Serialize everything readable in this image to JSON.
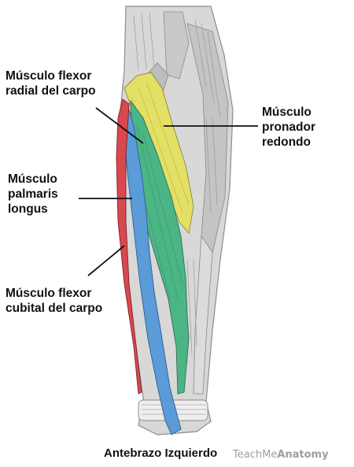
{
  "labels": {
    "fcr": "Músculo flexor\nradial del carpo",
    "pronator": "Músculo\npronador\nredondo",
    "palmaris": "Músculo\npalmaris\nlongus",
    "fcu": "Músculo flexor\ncubital del carpo"
  },
  "caption": "Antebrazo Izquierdo",
  "watermark": {
    "light": "TeachMe",
    "bold": "Anatomy"
  },
  "colors": {
    "pronator_teres": "#e3e065",
    "flexor_carpi_radialis": "#4bb586",
    "palmaris_longus": "#5a9bd8",
    "flexor_carpi_ulnaris": "#d9484f",
    "leader_line": "#111111"
  }
}
